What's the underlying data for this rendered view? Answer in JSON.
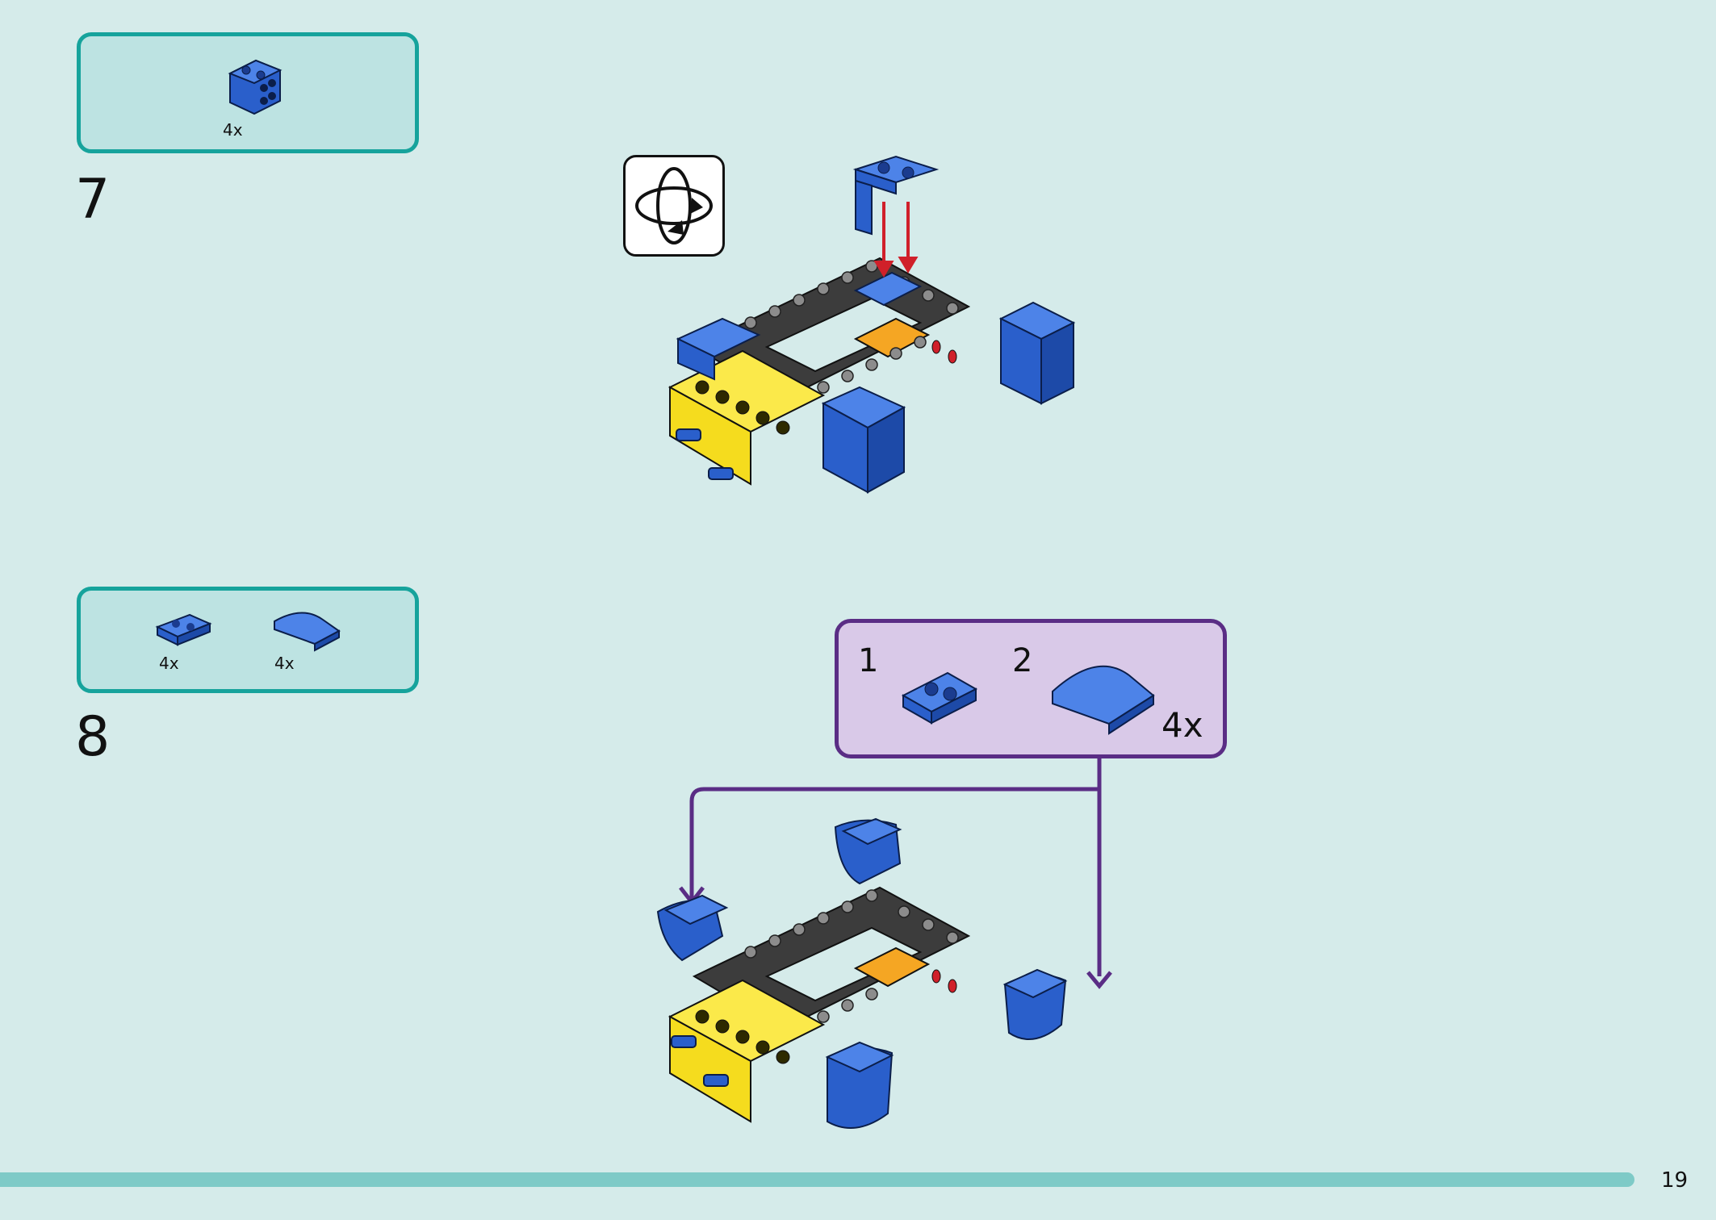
{
  "steps": [
    {
      "number": "7",
      "parts": [
        {
          "name": "blue-bracket-brick",
          "qty": "4x"
        }
      ]
    },
    {
      "number": "8",
      "parts": [
        {
          "name": "blue-plate-1x2",
          "qty": "4x"
        },
        {
          "name": "blue-curved-slope",
          "qty": "4x"
        }
      ],
      "callout": {
        "sub_steps": [
          "1",
          "2"
        ],
        "multiplier": "4x"
      }
    }
  ],
  "icons": [
    "rotate-model-icon",
    "down-arrow-icon"
  ],
  "colors": {
    "page_background": "#d5ebea",
    "parts_box_border": "#16a39c",
    "parts_box_fill": "#bde3e2",
    "callout_border": "#5a2d85",
    "callout_fill": "#d9c9e8",
    "brick_blue": "#2a5fcb",
    "brick_yellow": "#f5dc1e",
    "brick_orange": "#f5a623",
    "beam_dark": "#3c3c3c",
    "arrow_red": "#d0202a"
  },
  "page_number": "19"
}
